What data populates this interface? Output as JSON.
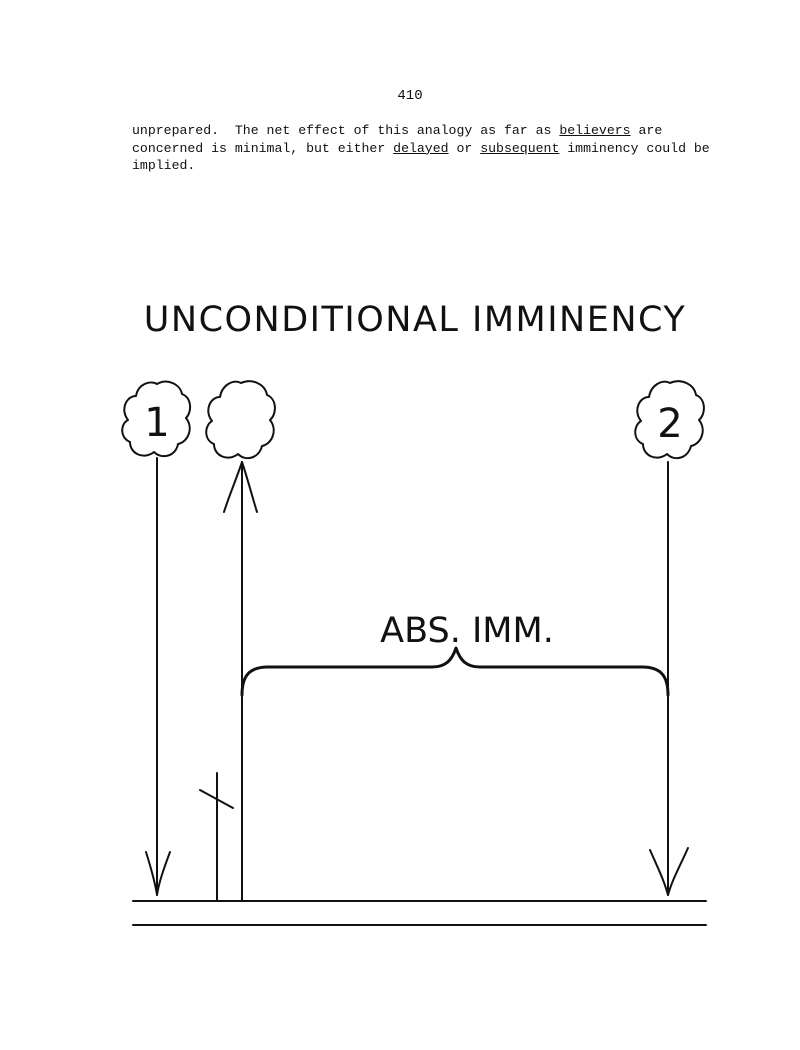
{
  "page": {
    "number": "410"
  },
  "paragraph": {
    "line1_a": "unprepared.  The net effect of this analogy as far as ",
    "line1_u": "believers",
    "line1_b": " are",
    "line2_a": "concerned is minimal, but either ",
    "line2_u1": "delayed",
    "line2_b": " or ",
    "line2_u2": "subsequent",
    "line2_c": " imminency could be",
    "line3": "implied."
  },
  "figure": {
    "title": "UNCONDITIONAL IMMINENCY",
    "brace_label": "ABS. IMM.",
    "event1_label": "1",
    "event2_label": "2"
  }
}
